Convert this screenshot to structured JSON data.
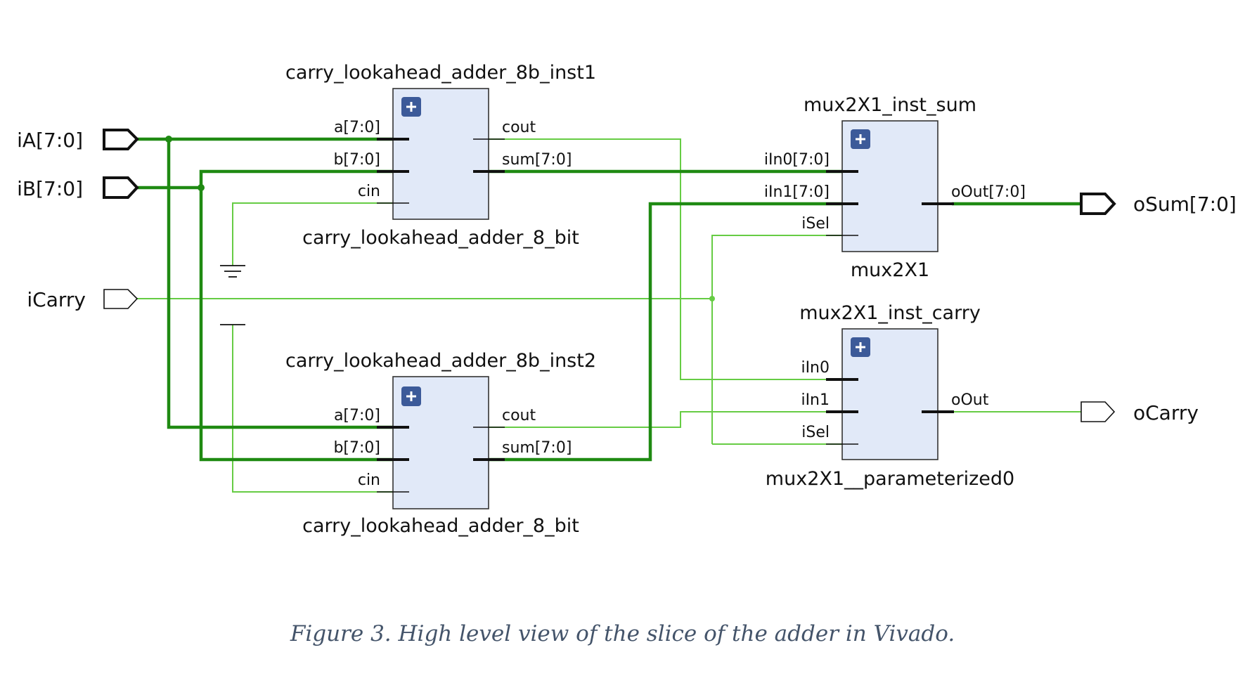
{
  "inputs": {
    "iA": "iA[7:0]",
    "iB": "iB[7:0]",
    "iCarry": "iCarry"
  },
  "outputs": {
    "oSum": "oSum[7:0]",
    "oCarry": "oCarry"
  },
  "adder1": {
    "instance": "carry_lookahead_adder_8b_inst1",
    "cell": "carry_lookahead_adder_8_bit",
    "ports": {
      "a": "a[7:0]",
      "b": "b[7:0]",
      "cin": "cin",
      "cout": "cout",
      "sum": "sum[7:0]"
    }
  },
  "adder2": {
    "instance": "carry_lookahead_adder_8b_inst2",
    "cell": "carry_lookahead_adder_8_bit",
    "ports": {
      "a": "a[7:0]",
      "b": "b[7:0]",
      "cin": "cin",
      "cout": "cout",
      "sum": "sum[7:0]"
    }
  },
  "mux_sum": {
    "instance": "mux2X1_inst_sum",
    "cell": "mux2X1",
    "ports": {
      "in0": "iIn0[7:0]",
      "in1": "iIn1[7:0]",
      "sel": "iSel",
      "out": "oOut[7:0]"
    }
  },
  "mux_carry": {
    "instance": "mux2X1_inst_carry",
    "cell": "mux2X1__parameterized0",
    "ports": {
      "in0": "iIn0",
      "in1": "iIn1",
      "sel": "iSel",
      "out": "oOut"
    }
  },
  "caption": "Figure 3. High level view of the slice of the adder in Vivado.",
  "colors": {
    "block_fill": "#e1e9f8",
    "bus_wire": "#1f8a12",
    "net_wire": "#66cc44",
    "expand_button": "#3c5a99",
    "caption": "#44546a"
  },
  "icons": {
    "expand": "plus-square-icon",
    "ground": "ground-icon",
    "power": "power-tie-icon"
  }
}
